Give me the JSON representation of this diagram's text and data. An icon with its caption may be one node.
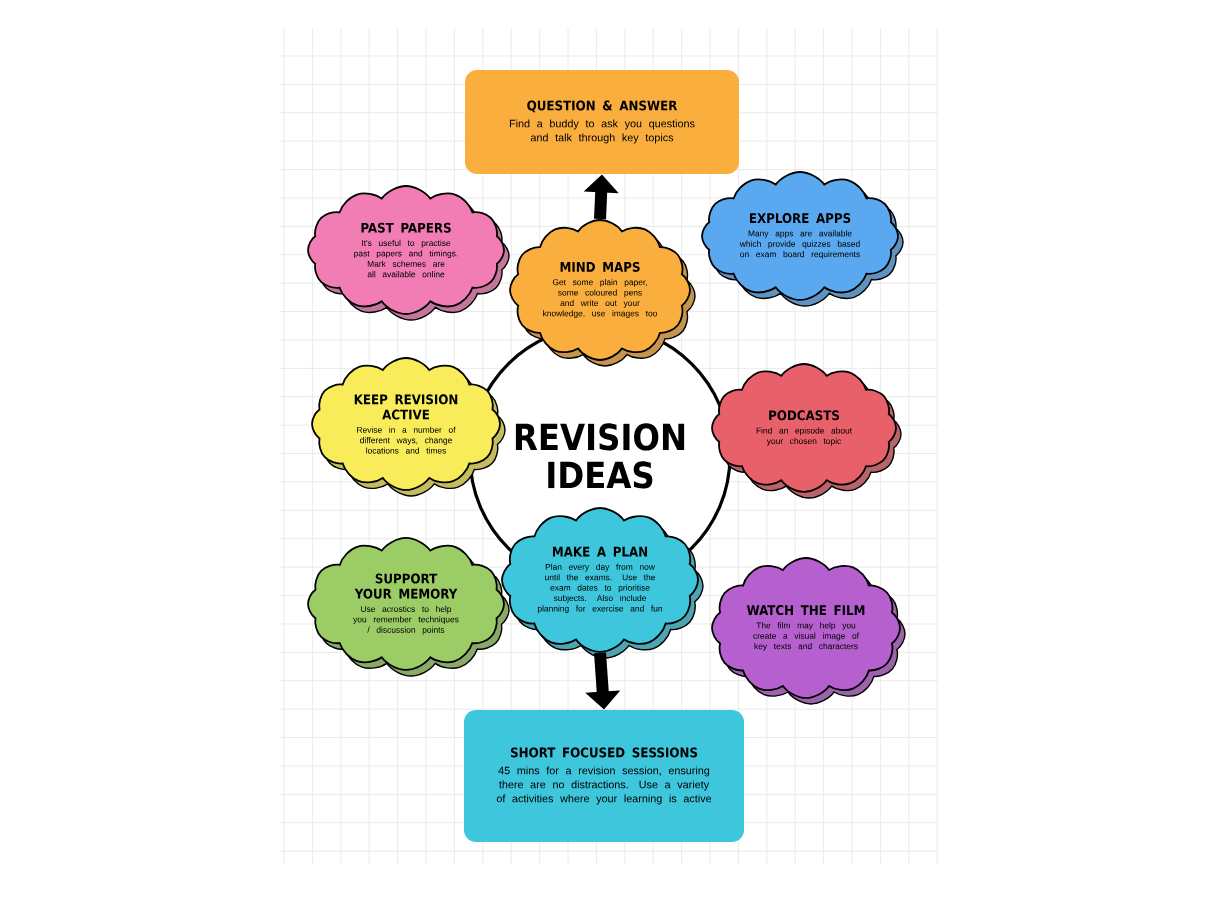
{
  "diagram": {
    "nodes": [
      {
        "text": [
          "QUESTION & ANSWER",
          "Find a buddy to ask you questions and talk through key topics"
        ]
      },
      {
        "text": [
          "PAST PAPERS",
          "It's useful to practise past papers and timings. Mark schemes are all available online"
        ]
      },
      {
        "text": [
          "MIND MAPS",
          "Get some plain paper, some coloured pens and write out your knowledge, use images too"
        ]
      },
      {
        "text": [
          "EXPLORE APPS",
          "Many apps are available which provide quizzes based on exam board requirements"
        ]
      },
      {
        "text": [
          "REVISION IDEAS"
        ]
      },
      {
        "text": [
          "KEEP REVISION ACTIVE",
          "Revise in a number of different ways, change locations and times"
        ]
      },
      {
        "text": [
          "PODCASTS",
          "Find an episode about your chosen topic"
        ]
      },
      {
        "text": [
          "MAKE A PLAN",
          "Plan every day from now until the exams. Use the exam dates to prioritise subjects. Also include planning for exercise and fun"
        ]
      },
      {
        "text": [
          "SUPPORT YOUR MEMORY",
          "Use acrostics to help you remember techniques / discussion points"
        ]
      },
      {
        "text": [
          "WATCH THE FILM",
          "The film may help you create a visual image of key texts and characters"
        ]
      },
      {
        "text": [
          "SHORT FOCUSED SESSIONS",
          "45 mins for a revision session, ensuring there are no distractions. Use a variety of activities where your learning is active"
        ]
      }
    ],
    "edges": [
      {
        "from": 2,
        "to": 0,
        "arrow": "to"
      },
      {
        "from": 7,
        "to": 10,
        "arrow": "to"
      }
    ]
  }
}
